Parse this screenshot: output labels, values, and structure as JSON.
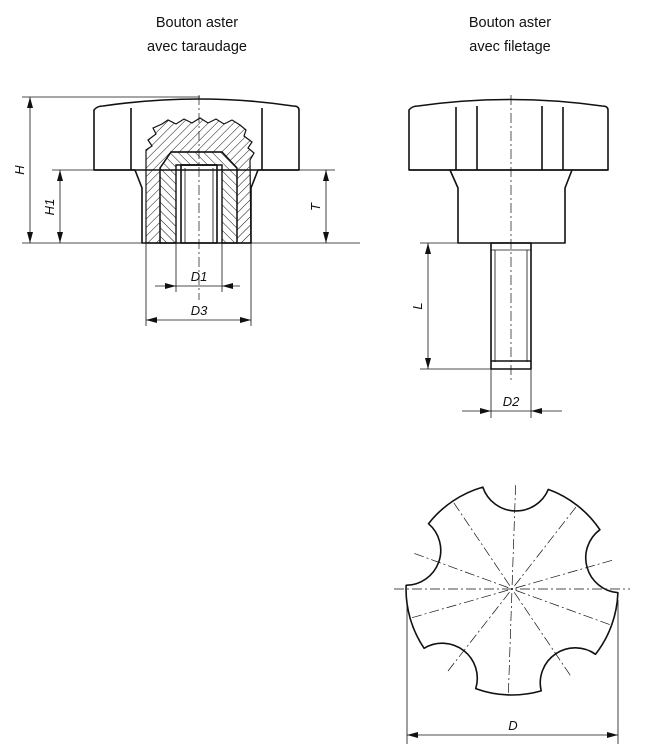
{
  "views": {
    "tapped": {
      "title_line1": "Bouton aster",
      "title_line2": "avec taraudage"
    },
    "threaded": {
      "title_line1": "Bouton aster",
      "title_line2": "avec filetage"
    }
  },
  "dimensions": {
    "H": "H",
    "H1": "H1",
    "T": "T",
    "D1": "D1",
    "D3": "D3",
    "L": "L",
    "D2": "D2",
    "D": "D"
  }
}
